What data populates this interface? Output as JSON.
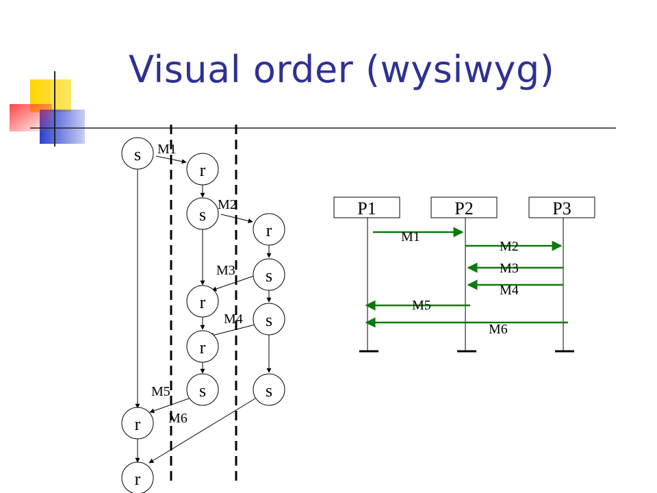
{
  "title": "Visual order (wysiwyg)",
  "colors": {
    "title": "#2e3192",
    "arrow_left": "#000000",
    "arrow_right": "#0a7a0a",
    "logo_yellow": "#ffd400",
    "logo_blue": "#2a3fd0",
    "logo_red": "#ff3b3b"
  },
  "left_diagram": {
    "nodes": [
      "s",
      "r",
      "s",
      "r",
      "s",
      "r",
      "s",
      "r",
      "s",
      "s",
      "r",
      "r"
    ],
    "message_labels": [
      "M1",
      "M2",
      "M3",
      "M4",
      "M5",
      "M6"
    ]
  },
  "right_diagram": {
    "processes": [
      "P1",
      "P2",
      "P3"
    ],
    "messages": [
      {
        "label": "M1",
        "from": "P1",
        "to": "P2"
      },
      {
        "label": "M2",
        "from": "P2",
        "to": "P3"
      },
      {
        "label": "M3",
        "from": "P3",
        "to": "P2"
      },
      {
        "label": "M4",
        "from": "P3",
        "to": "P2"
      },
      {
        "label": "M5",
        "from": "P2",
        "to": "P1"
      },
      {
        "label": "M6",
        "from": "P3",
        "to": "P1"
      }
    ]
  }
}
